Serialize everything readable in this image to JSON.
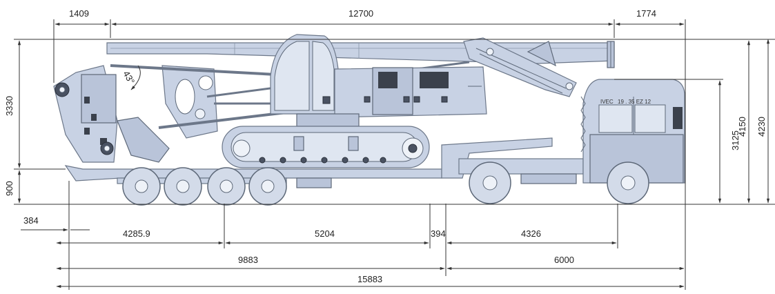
{
  "dimensions": {
    "boom_front_overhang": "1409",
    "boom_length": "12700",
    "boom_rear_overhang": "1774",
    "front_height": "3330",
    "platform_height": "900",
    "cab_height": "3125",
    "total_height_1": "4150",
    "total_height_2": "4230",
    "mast_offset": "384",
    "front_to_axle": "4285.9",
    "axle_spacing": "5204",
    "kingpin_offset": "394",
    "tractor_wheelbase": "4326",
    "trailer_length": "9883",
    "tractor_length": "6000",
    "total_length": "15883",
    "boom_angle": "43°"
  },
  "labels": {
    "truck_brand": "IVEC",
    "cab_plate": "19 . 35 EZ 12"
  },
  "colors": {
    "machine_fill": "#c8d2e4",
    "outline": "#6c7789",
    "dimension_line": "#333333"
  }
}
